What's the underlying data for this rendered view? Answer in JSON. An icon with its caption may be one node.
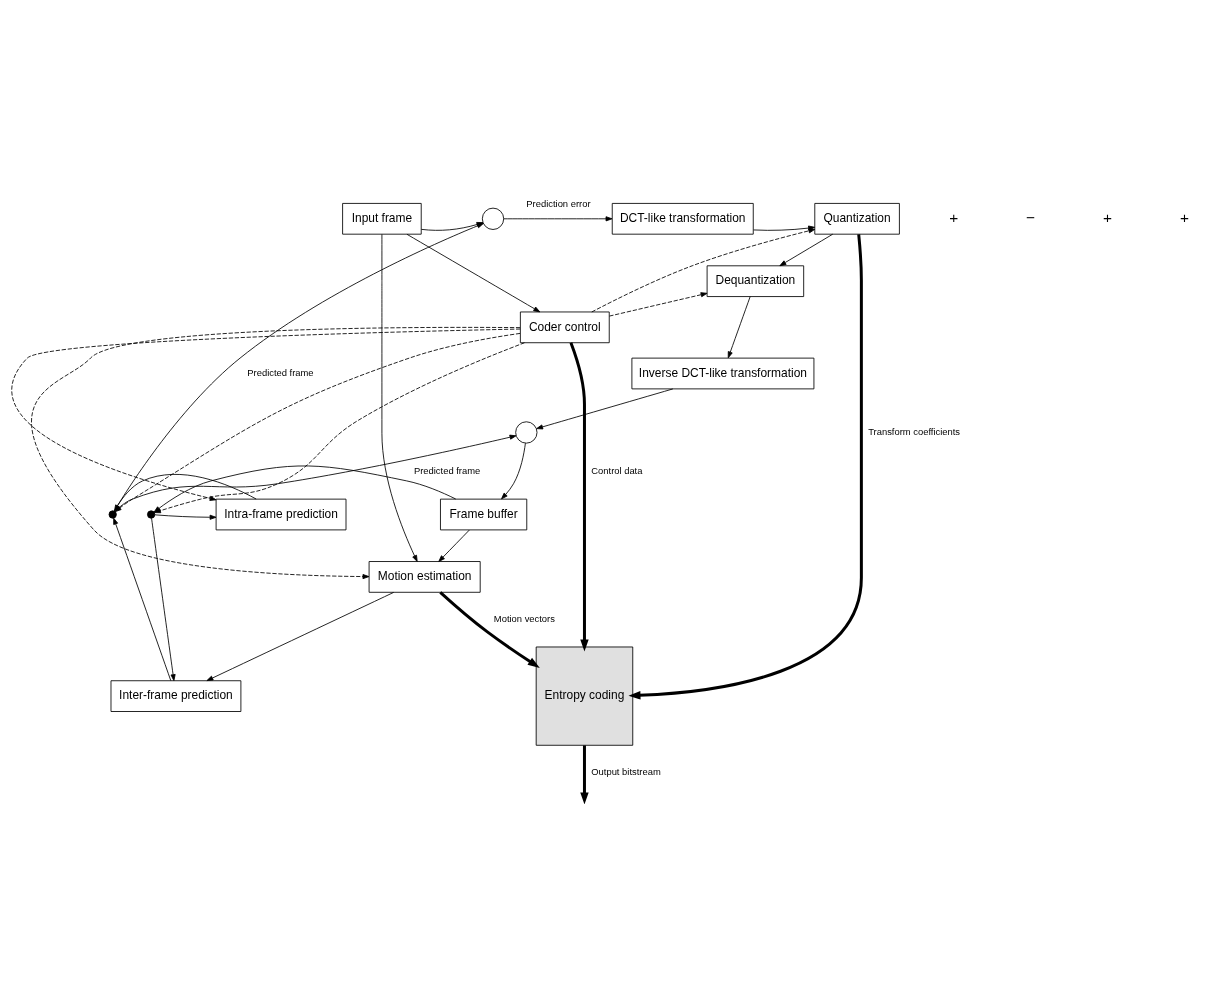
{
  "diagram": {
    "nodes": [
      {
        "text": [
          "Coder control"
        ]
      },
      {
        "text": [],
        "shape": "circle"
      },
      {
        "text": [
          "DCT-like transformation"
        ]
      },
      {
        "text": [
          "Quantization"
        ]
      },
      {
        "text": [
          "Dequantization"
        ]
      },
      {
        "text": [
          "Inverse DCT-like transformation"
        ]
      },
      {
        "text": [],
        "shape": "circle"
      },
      {
        "text": [
          "Frame buffer"
        ]
      },
      {
        "text": [
          "Intra-frame prediction"
        ]
      },
      {
        "text": [
          "Inter-frame prediction"
        ]
      },
      {
        "text": [
          "Motion estimation"
        ]
      },
      {
        "text": [
          "Entropy coding"
        ]
      },
      {
        "text": [],
        "shape": "switch"
      },
      {
        "text": [],
        "shape": "switch"
      },
      {
        "text": [
          "Input frame"
        ]
      }
    ],
    "edges": [
      {
        "from": 14,
        "to": 1,
        "arrow": "to"
      },
      {
        "from": 14,
        "to": 0,
        "arrow": "to"
      },
      {
        "from": 14,
        "to": 10,
        "arrow": "to"
      },
      {
        "from": 1,
        "to": 2,
        "arrow": "to",
        "label": "Prediction error"
      },
      {
        "from": 2,
        "to": 3,
        "arrow": "to"
      },
      {
        "from": 3,
        "to": 4,
        "arrow": "to"
      },
      {
        "from": 4,
        "to": 5,
        "arrow": "to"
      },
      {
        "from": 5,
        "to": 6,
        "arrow": "to"
      },
      {
        "from": 6,
        "to": 7,
        "arrow": "to"
      },
      {
        "from": 7,
        "to": 13,
        "arrow": "to"
      },
      {
        "from": 7,
        "to": 10,
        "arrow": "to"
      },
      {
        "from": 13,
        "to": 8,
        "arrow": "to"
      },
      {
        "from": 13,
        "to": 9,
        "arrow": "to"
      },
      {
        "from": 8,
        "to": 12,
        "arrow": "to"
      },
      {
        "from": 9,
        "to": 12,
        "arrow": "to"
      },
      {
        "from": 12,
        "to": 1,
        "arrow": "to",
        "label": "Predicted frame"
      },
      {
        "from": 12,
        "to": 6,
        "arrow": "to",
        "label": "Predicted frame"
      },
      {
        "from": 10,
        "to": 9,
        "arrow": "to"
      },
      {
        "from": 10,
        "to": 11,
        "arrow": "to",
        "label": "Motion vectors",
        "style": "thick"
      },
      {
        "from": 0,
        "to": 11,
        "arrow": "to",
        "label": "Control data",
        "style": "thick"
      },
      {
        "from": 3,
        "to": 11,
        "arrow": "to",
        "label": "Transform coefficients",
        "style": "thick"
      },
      {
        "from": 11,
        "to": null,
        "arrow": "to",
        "label": "Output bitstream",
        "style": "thick"
      },
      {
        "from": 0,
        "to": 3,
        "arrow": "to",
        "style": "dashed"
      },
      {
        "from": 0,
        "to": 4,
        "arrow": "to",
        "style": "dashed"
      },
      {
        "from": 0,
        "to": 8,
        "arrow": "to",
        "style": "dashed"
      },
      {
        "from": 0,
        "to": 12,
        "arrow": "to",
        "style": "dashed"
      },
      {
        "from": 0,
        "to": 13,
        "arrow": "to",
        "style": "dashed"
      },
      {
        "from": 0,
        "to": 10,
        "arrow": "to",
        "style": "dashed"
      }
    ],
    "labels": [
      "+",
      "−",
      "+",
      "+"
    ]
  }
}
